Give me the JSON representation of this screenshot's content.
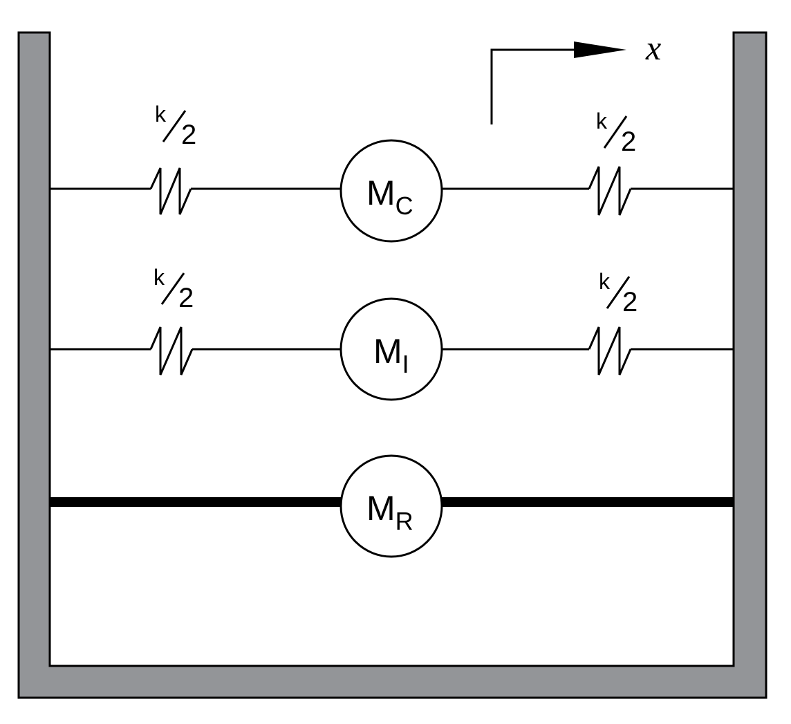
{
  "colors": {
    "wall": "#939598",
    "line": "#000000",
    "background": "#ffffff"
  },
  "axis": {
    "label": "x"
  },
  "springs": {
    "numerator": "k",
    "denominator": "2"
  },
  "masses": {
    "c": {
      "main": "M",
      "sub": "C"
    },
    "i": {
      "main": "M",
      "sub": "I"
    },
    "r": {
      "main": "M",
      "sub": "R"
    }
  }
}
